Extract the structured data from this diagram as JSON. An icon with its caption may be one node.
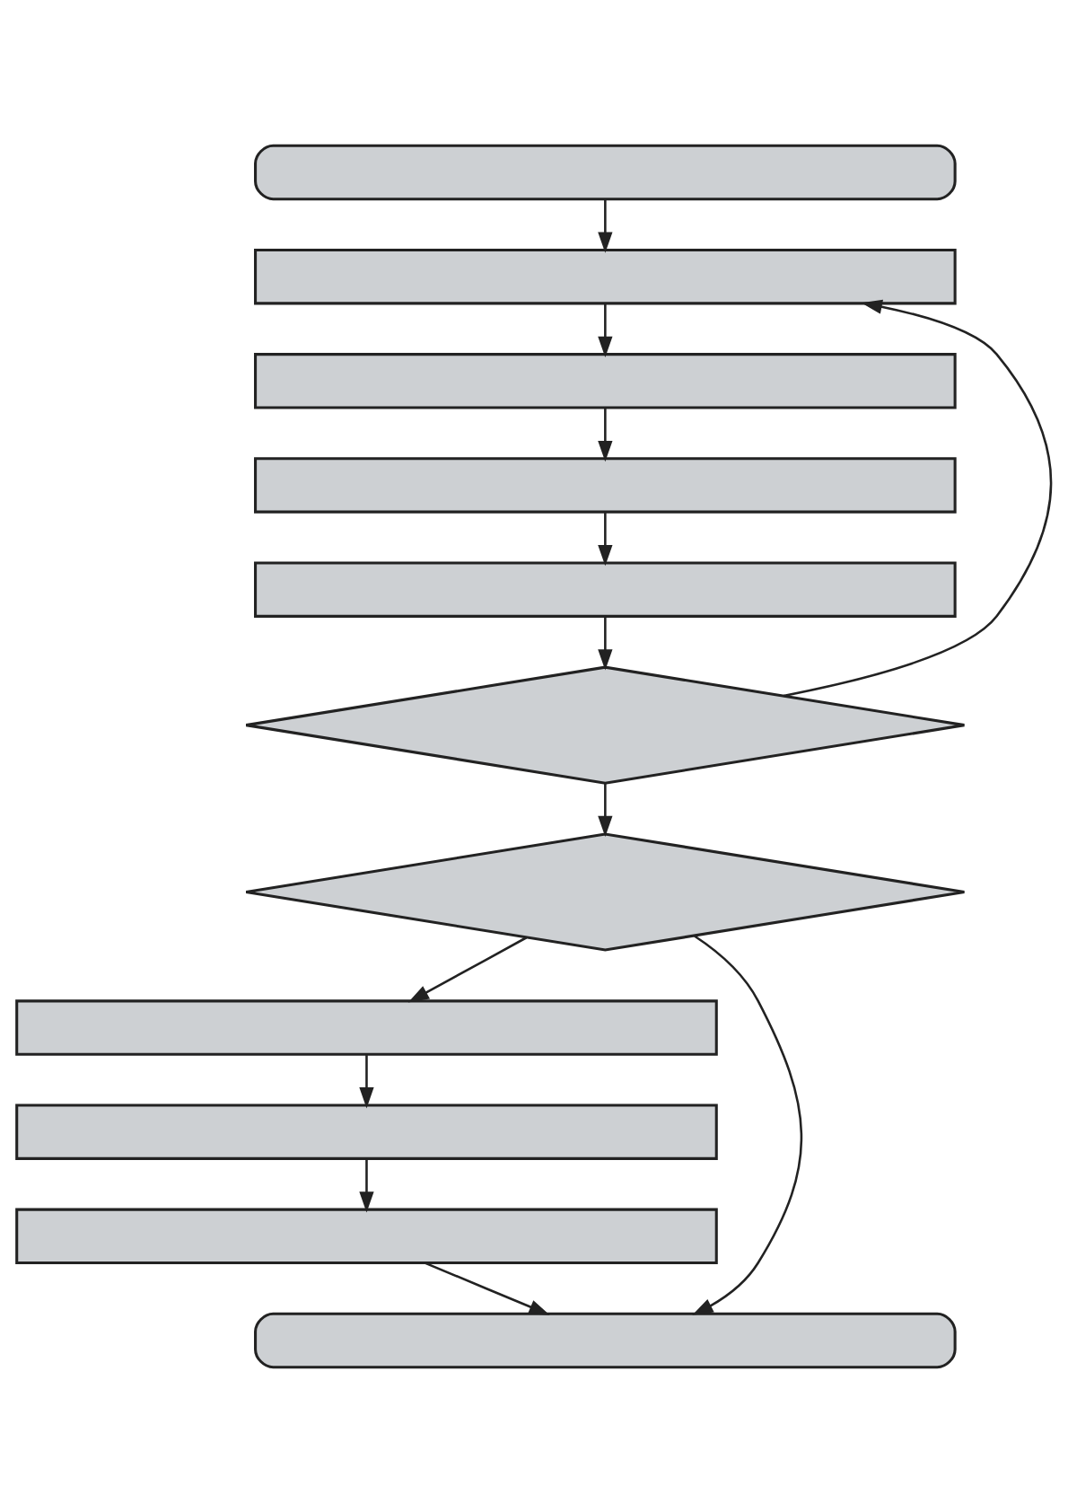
{
  "diagram": {
    "nodes": [
      {
        "text": [],
        "shape": "terminal"
      },
      {
        "text": [],
        "shape": "box"
      },
      {
        "text": [],
        "shape": "box"
      },
      {
        "text": [],
        "shape": "box"
      },
      {
        "text": [],
        "shape": "box"
      },
      {
        "text": [],
        "shape": "diamond"
      },
      {
        "text": [],
        "shape": "diamond"
      },
      {
        "text": [],
        "shape": "box"
      },
      {
        "text": [],
        "shape": "box"
      },
      {
        "text": [],
        "shape": "box"
      },
      {
        "text": [],
        "shape": "terminal"
      }
    ],
    "edges": [
      {
        "from": 0,
        "to": 1,
        "arrow": "to"
      },
      {
        "from": 1,
        "to": 2,
        "arrow": "to"
      },
      {
        "from": 2,
        "to": 3,
        "arrow": "to"
      },
      {
        "from": 3,
        "to": 4,
        "arrow": "to"
      },
      {
        "from": 4,
        "to": 5,
        "arrow": "to"
      },
      {
        "from": 5,
        "to": 1,
        "arrow": "to"
      },
      {
        "from": 5,
        "to": 6,
        "arrow": "to"
      },
      {
        "from": 6,
        "to": 7,
        "arrow": "to"
      },
      {
        "from": 7,
        "to": 8,
        "arrow": "to"
      },
      {
        "from": 8,
        "to": 9,
        "arrow": "to"
      },
      {
        "from": 9,
        "to": 10,
        "arrow": "to"
      },
      {
        "from": 6,
        "to": 10,
        "arrow": "to"
      }
    ]
  }
}
